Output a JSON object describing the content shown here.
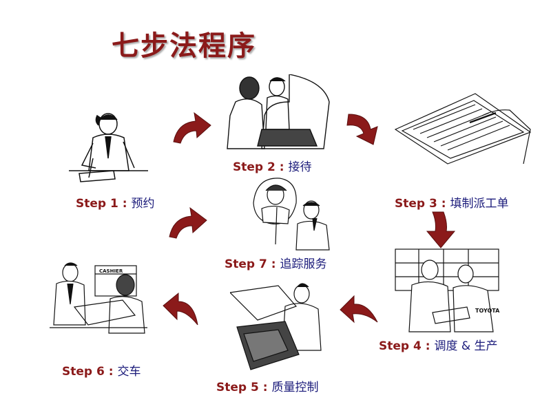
{
  "title": "七步法程序",
  "colors": {
    "accent": "#8b1a1a",
    "label_name": "#1a1a7a"
  },
  "steps": [
    {
      "step": "Step 1",
      "sep": " : ",
      "name": "预约"
    },
    {
      "step": "Step 2",
      "sep": " : ",
      "name": "接待"
    },
    {
      "step": "Step 3",
      "sep": " : ",
      "name": "填制派工单"
    },
    {
      "step": "Step 4",
      "sep": " : ",
      "name": "调度 & 生产"
    },
    {
      "step": "Step 5",
      "sep": " : ",
      "name": "质量控制"
    },
    {
      "step": "Step 6",
      "sep": " : ",
      "name": "交车"
    },
    {
      "step": "Step 7",
      "sep": " : ",
      "name": "追踪服务"
    }
  ],
  "illustrations": {
    "cashier_sign": "CASHIER",
    "toyota_badge": "TOYOTA"
  }
}
